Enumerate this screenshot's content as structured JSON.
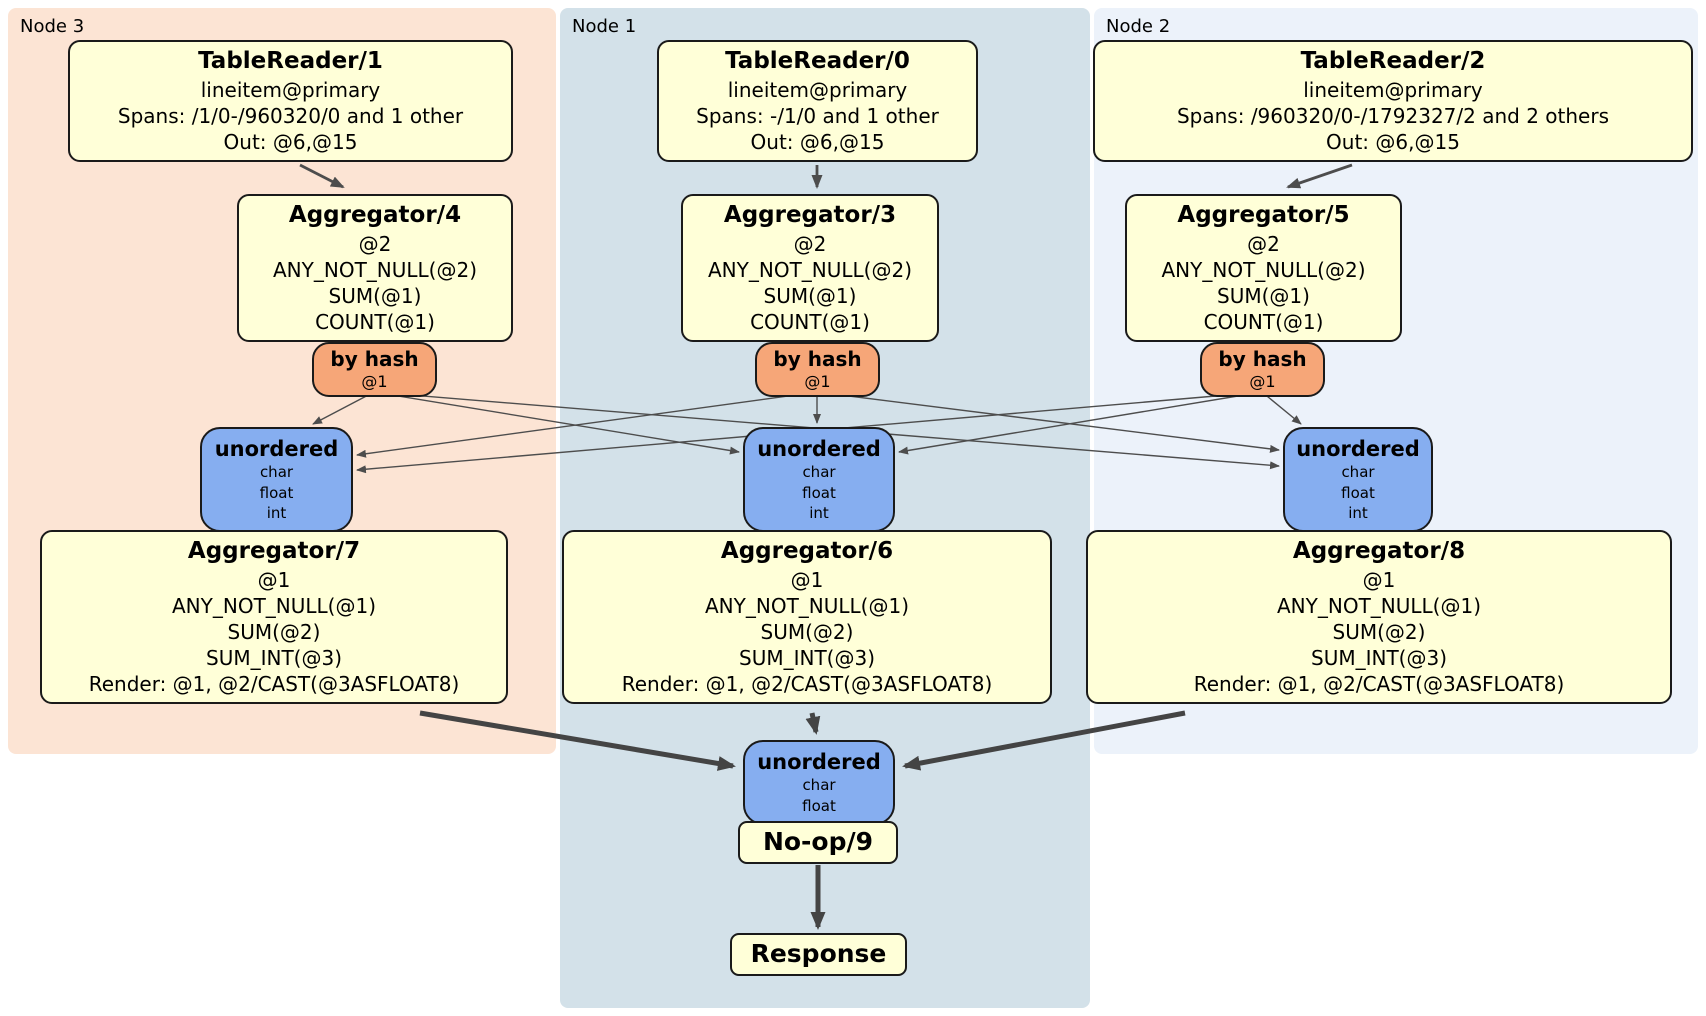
{
  "panels": [
    {
      "label": "Node 3"
    },
    {
      "label": "Node 1"
    },
    {
      "label": "Node 2"
    }
  ],
  "processors": {
    "tr1": {
      "title": "TableReader/1",
      "lines": [
        "lineitem@primary",
        "Spans: /1/0-/960320/0 and 1 other",
        "Out: @6,@15"
      ]
    },
    "tr0": {
      "title": "TableReader/0",
      "lines": [
        "lineitem@primary",
        "Spans: -/1/0 and 1 other",
        "Out: @6,@15"
      ]
    },
    "tr2": {
      "title": "TableReader/2",
      "lines": [
        "lineitem@primary",
        "Spans: /960320/0-/1792327/2 and 2 others",
        "Out: @6,@15"
      ]
    },
    "agg4": {
      "title": "Aggregator/4",
      "lines": [
        "@2",
        "ANY_NOT_NULL(@2)",
        "SUM(@1)",
        "COUNT(@1)"
      ]
    },
    "agg3": {
      "title": "Aggregator/3",
      "lines": [
        "@2",
        "ANY_NOT_NULL(@2)",
        "SUM(@1)",
        "COUNT(@1)"
      ]
    },
    "agg5": {
      "title": "Aggregator/5",
      "lines": [
        "@2",
        "ANY_NOT_NULL(@2)",
        "SUM(@1)",
        "COUNT(@1)"
      ]
    },
    "agg7": {
      "title": "Aggregator/7",
      "lines": [
        "@1",
        "ANY_NOT_NULL(@1)",
        "SUM(@2)",
        "SUM_INT(@3)",
        "Render: @1, @2/CAST(@3ASFLOAT8)"
      ]
    },
    "agg6": {
      "title": "Aggregator/6",
      "lines": [
        "@1",
        "ANY_NOT_NULL(@1)",
        "SUM(@2)",
        "SUM_INT(@3)",
        "Render: @1, @2/CAST(@3ASFLOAT8)"
      ]
    },
    "agg8": {
      "title": "Aggregator/8",
      "lines": [
        "@1",
        "ANY_NOT_NULL(@1)",
        "SUM(@2)",
        "SUM_INT(@3)",
        "Render: @1, @2/CAST(@3ASFLOAT8)"
      ]
    },
    "noop": {
      "title": "No-op/9"
    },
    "response": {
      "title": "Response"
    }
  },
  "routers": {
    "left": {
      "title": "by hash",
      "detail": "@1"
    },
    "center": {
      "title": "by hash",
      "detail": "@1"
    },
    "right": {
      "title": "by hash",
      "detail": "@1"
    }
  },
  "syncs": {
    "left": {
      "title": "unordered",
      "lines": [
        "char",
        "float",
        "int"
      ]
    },
    "center": {
      "title": "unordered",
      "lines": [
        "char",
        "float",
        "int"
      ]
    },
    "right": {
      "title": "unordered",
      "lines": [
        "char",
        "float",
        "int"
      ]
    },
    "final": {
      "title": "unordered",
      "lines": [
        "char",
        "float"
      ]
    }
  },
  "colors": {
    "node3_background": "#fce4d4",
    "node1_background": "#d3e1e9",
    "node2_background": "#ecf2fa",
    "processor_fill": "#ffffd8",
    "router_fill": "#f6a678",
    "sync_fill": "#86aef0",
    "edge": "#4d4d4d",
    "thick_edge": "#444444"
  }
}
